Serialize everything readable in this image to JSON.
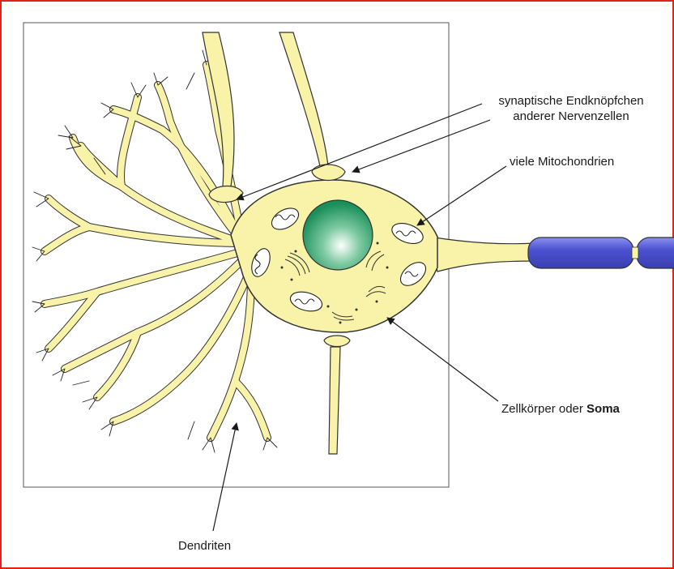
{
  "labels": {
    "synaptic_line1": "synaptische Endknöpfchen",
    "synaptic_line2": "anderer Nervenzellen",
    "mitochondria": "viele Mitochondrien",
    "soma_prefix": "Zellkörper oder ",
    "soma_bold": "Soma",
    "dendrites": "Dendriten"
  },
  "colors": {
    "cytoplasm": "#f8f3a8",
    "nucleus": "#1f9a63",
    "myelin": "#5b62d6",
    "frame_border": "#e2231a"
  }
}
